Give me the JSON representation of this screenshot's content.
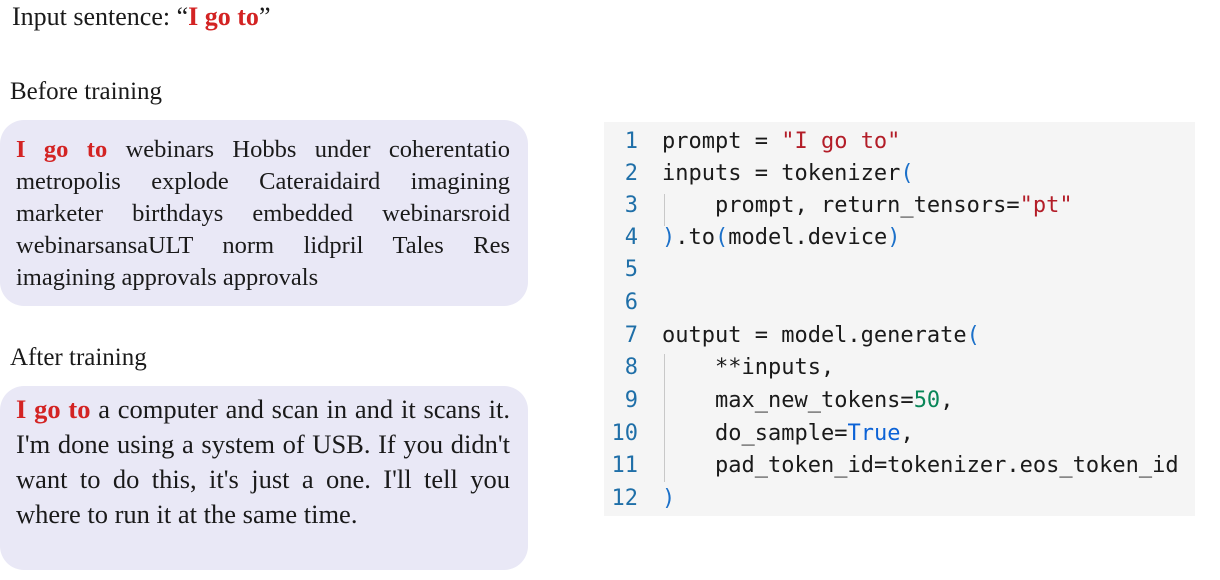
{
  "input": {
    "label": "Input sentence: “",
    "sentence": "I go to",
    "close_quote": "”"
  },
  "before": {
    "title": "Before training",
    "prefix": "I go to",
    "text": " webinars Hobbs under coherentatio metropolis explode Cateraidaird imagining marketer birthdays embedded webinarsroid webinarsansaULT norm lidpril Tales Res imagining approvals approvals"
  },
  "after": {
    "title": "After training",
    "prefix": "I go to",
    "text": " a computer and scan in and it scans it. I'm done using a system of USB. If you didn't want to do this, it's just a one. I'll tell you where to run it at the same time."
  },
  "code": {
    "line_numbers": [
      "1",
      "2",
      "3",
      "4",
      "5",
      "6",
      "7",
      "8",
      "9",
      "10",
      "11",
      "12"
    ],
    "l1_a": "prompt = ",
    "l1_str": "\"I go to\"",
    "l2_a": "inputs = tokenizer",
    "l2_p": "(",
    "l3_a": "prompt, return_tensors=",
    "l3_str": "\"pt\"",
    "l4_p1": ")",
    "l4_a": ".to",
    "l4_p2": "(",
    "l4_b": "model.device",
    "l4_p3": ")",
    "l7_a": "output = model.generate",
    "l7_p": "(",
    "l8": "**inputs,",
    "l9_a": "max_new_tokens=",
    "l9_num": "50",
    "l9_b": ",",
    "l10_a": "do_sample=",
    "l10_kw": "True",
    "l10_b": ",",
    "l11": "pad_token_id=tokenizer.eos_token_id",
    "l12_p": ")"
  }
}
